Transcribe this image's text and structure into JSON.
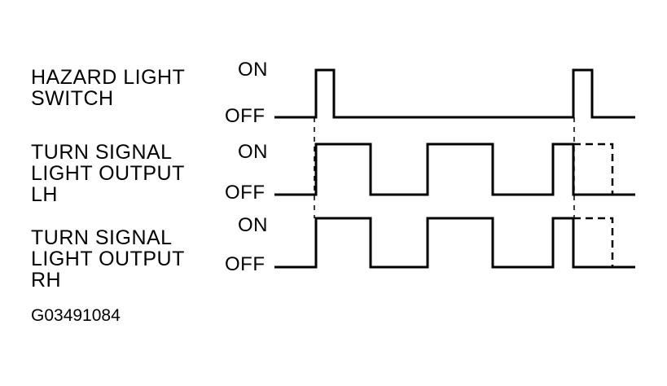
{
  "signals": [
    {
      "label_lines": [
        "HAZARD LIGHT",
        "SWITCH"
      ],
      "on_label": "ON",
      "off_label": "OFF"
    },
    {
      "label_lines": [
        "TURN SIGNAL",
        "LIGHT OUTPUT",
        "LH"
      ],
      "on_label": "ON",
      "off_label": "OFF"
    },
    {
      "label_lines": [
        "TURN SIGNAL",
        "LIGHT OUTPUT",
        "RH"
      ],
      "on_label": "ON",
      "off_label": "OFF"
    }
  ],
  "figure_code": "G03491084"
}
